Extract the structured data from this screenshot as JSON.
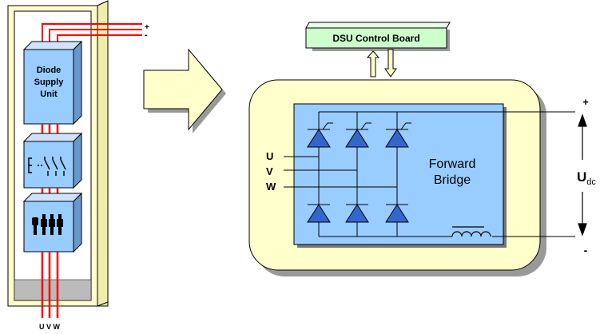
{
  "cabinet": {
    "module_diode_label": [
      "Diode",
      "Supply",
      "Unit"
    ],
    "plus_label": "+",
    "minus_label": "-",
    "phase_labels": "U V W"
  },
  "control_board": {
    "label": "DSU Control Board"
  },
  "bridge": {
    "phase_u": "U",
    "phase_v": "V",
    "phase_w": "W",
    "title_line1": "Forward",
    "title_line2": "Bridge",
    "plus_label": "+",
    "minus_label": "-",
    "voltage_label": "U",
    "voltage_subscript": "dc"
  },
  "colors": {
    "cabinet_fill": "#ffffcc",
    "module_fill": "#99ccff",
    "module_side": "#6699cc",
    "bridge_fill": "#99ccff",
    "board_fill": "#ccffcc",
    "busbar": "#ff0000",
    "thyristor": "#3366cc",
    "plus_sign": "#ff0000"
  }
}
